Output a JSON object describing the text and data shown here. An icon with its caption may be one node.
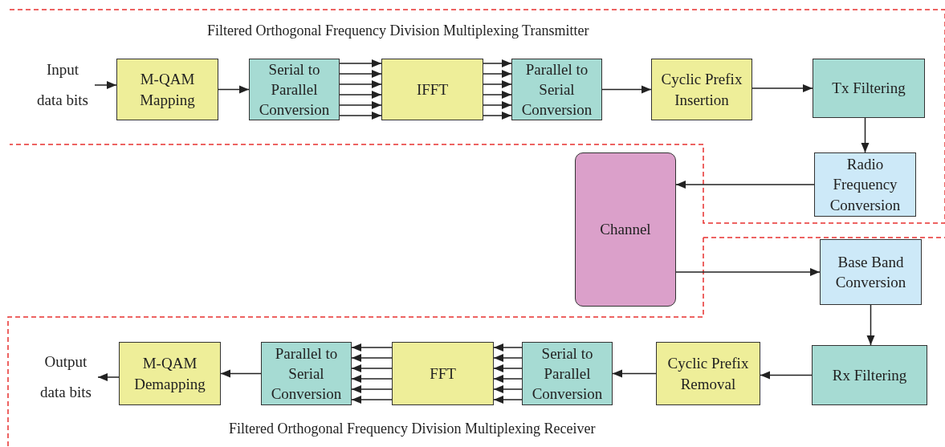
{
  "diagram": {
    "nodes": [
      {
        "text": [
          "Filtered Orthogonal Frequency Division Multiplexing Transmitter"
        ]
      },
      {
        "text": [
          "Input",
          "data bits"
        ],
        "in": 0
      },
      {
        "text": [
          "M-QAM Mapping"
        ],
        "in": 0
      },
      {
        "text": [
          "Serial to Parallel Conversion"
        ],
        "in": 0
      },
      {
        "text": [
          "IFFT"
        ],
        "in": 0
      },
      {
        "text": [
          "Parallel to Serial Conversion"
        ],
        "in": 0
      },
      {
        "text": [
          "Cyclic Prefix Insertion"
        ],
        "in": 0
      },
      {
        "text": [
          "Tx Filtering"
        ],
        "in": 0
      },
      {
        "text": [
          "Radio Frequency Conversion"
        ],
        "in": 0
      },
      {
        "text": [
          "Channel"
        ]
      },
      {
        "text": [
          "Filtered Orthogonal Frequency Division Multiplexing Receiver"
        ]
      },
      {
        "text": [
          "Base Band Conversion"
        ],
        "in": 10
      },
      {
        "text": [
          "Rx Filtering"
        ],
        "in": 10
      },
      {
        "text": [
          "Cyclic Prefix Removal"
        ],
        "in": 10
      },
      {
        "text": [
          "Serial to Parallel Conversion"
        ],
        "in": 10
      },
      {
        "text": [
          "FFT"
        ],
        "in": 10
      },
      {
        "text": [
          "Parallel to Serial Conversion"
        ],
        "in": 10
      },
      {
        "text": [
          "M-QAM Demapping"
        ],
        "in": 10
      },
      {
        "text": [
          "Output",
          "data bits"
        ],
        "in": 10
      }
    ],
    "edges": [
      {
        "from": 1,
        "to": 2,
        "arrow": "to"
      },
      {
        "from": 2,
        "to": 3,
        "arrow": "to"
      },
      {
        "from": 3,
        "to": 4,
        "arrow": "to"
      },
      {
        "from": 3,
        "to": 4,
        "arrow": "to"
      },
      {
        "from": 3,
        "to": 4,
        "arrow": "to"
      },
      {
        "from": 3,
        "to": 4,
        "arrow": "to"
      },
      {
        "from": 3,
        "to": 4,
        "arrow": "to"
      },
      {
        "from": 3,
        "to": 4,
        "arrow": "to"
      },
      {
        "from": 4,
        "to": 5,
        "arrow": "to"
      },
      {
        "from": 4,
        "to": 5,
        "arrow": "to"
      },
      {
        "from": 4,
        "to": 5,
        "arrow": "to"
      },
      {
        "from": 4,
        "to": 5,
        "arrow": "to"
      },
      {
        "from": 4,
        "to": 5,
        "arrow": "to"
      },
      {
        "from": 4,
        "to": 5,
        "arrow": "to"
      },
      {
        "from": 5,
        "to": 6,
        "arrow": "to"
      },
      {
        "from": 6,
        "to": 7,
        "arrow": "to"
      },
      {
        "from": 7,
        "to": 8,
        "arrow": "to"
      },
      {
        "from": 8,
        "to": 9,
        "arrow": "to"
      },
      {
        "from": 9,
        "to": 11,
        "arrow": "to"
      },
      {
        "from": 11,
        "to": 12,
        "arrow": "to"
      },
      {
        "from": 12,
        "to": 13,
        "arrow": "to"
      },
      {
        "from": 13,
        "to": 14,
        "arrow": "to"
      },
      {
        "from": 14,
        "to": 15,
        "arrow": "to"
      },
      {
        "from": 14,
        "to": 15,
        "arrow": "to"
      },
      {
        "from": 14,
        "to": 15,
        "arrow": "to"
      },
      {
        "from": 14,
        "to": 15,
        "arrow": "to"
      },
      {
        "from": 14,
        "to": 15,
        "arrow": "to"
      },
      {
        "from": 14,
        "to": 15,
        "arrow": "to"
      },
      {
        "from": 15,
        "to": 16,
        "arrow": "to"
      },
      {
        "from": 15,
        "to": 16,
        "arrow": "to"
      },
      {
        "from": 15,
        "to": 16,
        "arrow": "to"
      },
      {
        "from": 15,
        "to": 16,
        "arrow": "to"
      },
      {
        "from": 15,
        "to": 16,
        "arrow": "to"
      },
      {
        "from": 15,
        "to": 16,
        "arrow": "to"
      },
      {
        "from": 16,
        "to": 17,
        "arrow": "to"
      },
      {
        "from": 17,
        "to": 18,
        "arrow": "to"
      }
    ]
  }
}
